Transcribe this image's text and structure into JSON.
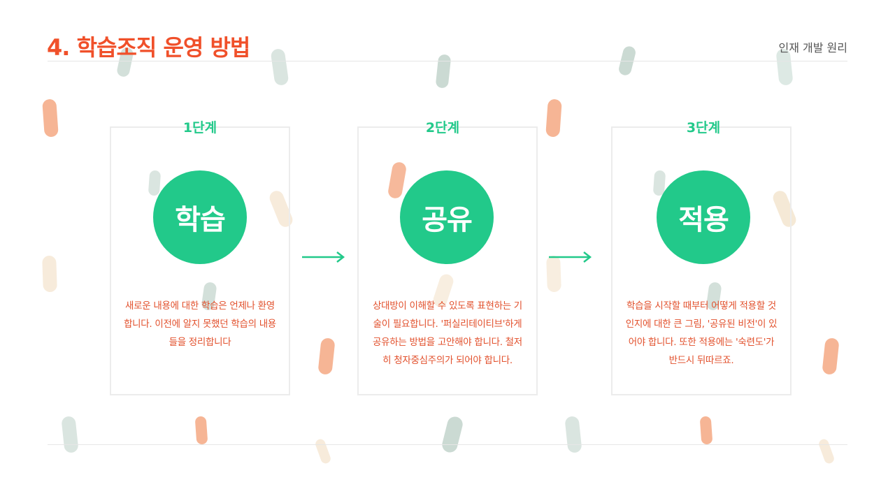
{
  "header": {
    "title": "4. 학습조직 운영 방법",
    "subtitle": "인재 개발 원리"
  },
  "colors": {
    "accent_green": "#22c98a",
    "title_orange": "#f0502a",
    "text_orange": "#e2502c",
    "confetti_orange": "#f4a882",
    "confetti_gray": "#b5cbc1",
    "confetti_cream": "#f3e3cc"
  },
  "stages": [
    {
      "label": "1단계",
      "keyword": "학습",
      "description": "새로운 내용에 대한 학습은 언제나 환영합니다. 이전에 알지 못했던 학습의 내용들을 정리합니다"
    },
    {
      "label": "2단계",
      "keyword": "공유",
      "description": "상대방이 이해할 수 있도록 표현하는 기술이 필요합니다. '퍼실리테이티브'하게 공유하는 방법을 고안해야 합니다. 철저히 청자중심주의가 되어야 합니다."
    },
    {
      "label": "3단계",
      "keyword": "적용",
      "description": "학습을 시작할 때부터 어떻게 적용할 것인지에 대한 큰 그림, '공유된 비전'이 있어야 합니다. 또한 적용에는 '숙련도'가 반드시 뒤따르죠."
    }
  ],
  "icons": {
    "arrow": "arrow-right-icon"
  }
}
